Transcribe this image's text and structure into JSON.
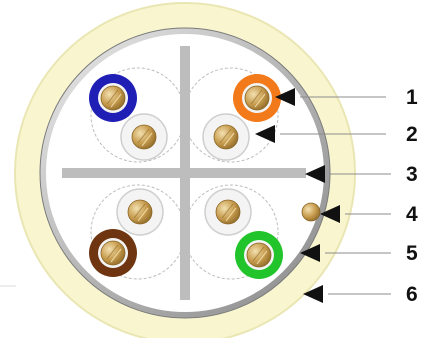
{
  "diagram": {
    "colors": {
      "jacket": "#f9f6cf",
      "jacket_rim": "#eae6b4",
      "shield": "#b5b5b5",
      "shield_dark": "#7b7b7b",
      "core": "#ffffff",
      "separator": "#bdbdbd",
      "pair_boundary": "#bdbdbd",
      "copper": "#c79c4e",
      "copper_light": "#f3e0b0",
      "copper_dark": "#8a6626",
      "white_insulation": "#f4f4f4",
      "white_insulation_edge": "#cfcfcf",
      "arrow": "#111111",
      "leader": "#8c8c8c"
    },
    "pairs": [
      {
        "colored": {
          "name": "blue",
          "color": "#1f1fb5"
        }
      },
      {
        "colored": {
          "name": "orange",
          "color": "#f27a1a"
        }
      },
      {
        "colored": {
          "name": "brown",
          "color": "#6e3510"
        }
      },
      {
        "colored": {
          "name": "green",
          "color": "#22c42c"
        }
      }
    ],
    "callouts": [
      {
        "label": "1",
        "icon": "arrow-left-icon"
      },
      {
        "label": "2",
        "icon": "arrow-left-icon"
      },
      {
        "label": "3",
        "icon": "arrow-left-icon"
      },
      {
        "label": "4",
        "icon": "arrow-left-icon"
      },
      {
        "label": "5",
        "icon": "arrow-left-icon"
      },
      {
        "label": "6",
        "icon": "arrow-left-icon"
      }
    ]
  }
}
